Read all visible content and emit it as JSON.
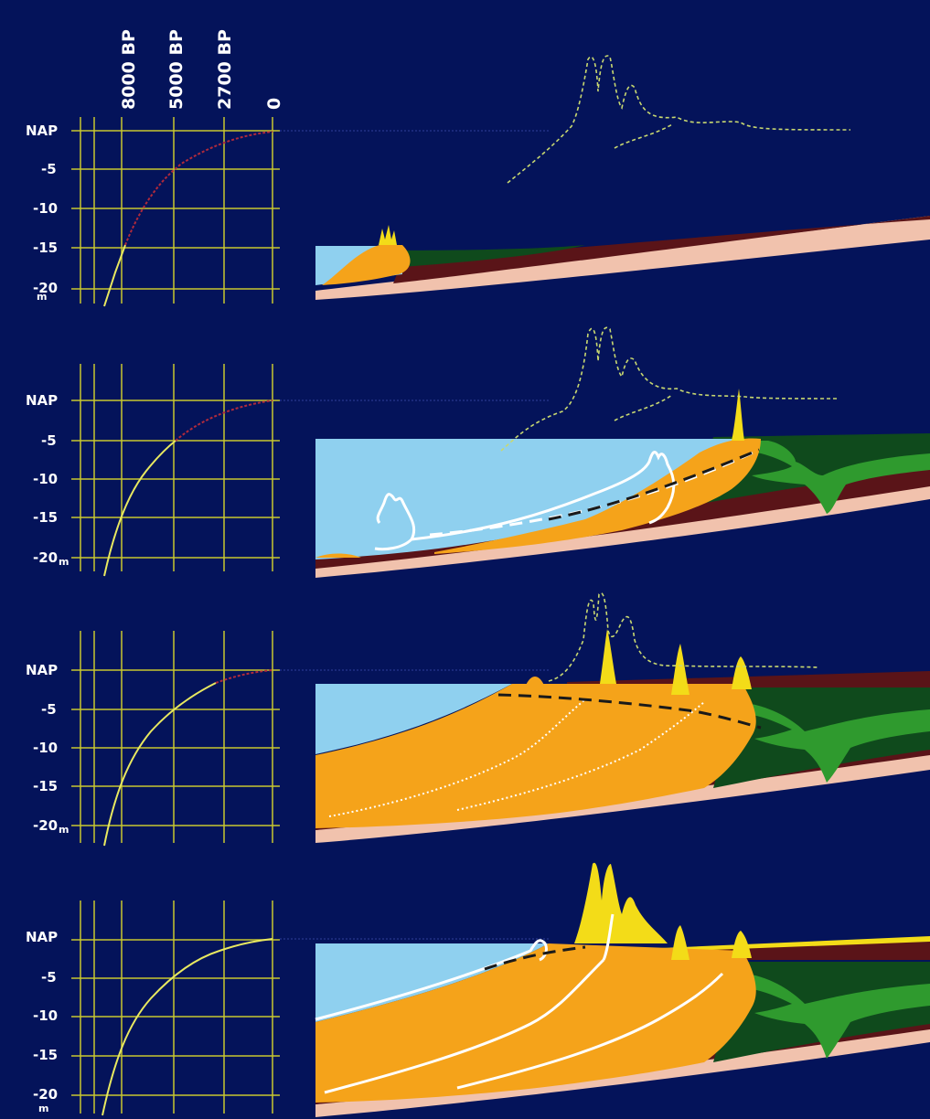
{
  "time_axis": [
    "8000 BP",
    "5000 BP",
    "2700 BP",
    "0"
  ],
  "depth_axis": {
    "labels": [
      "NAP",
      "-5",
      "-10",
      "-15",
      "-20"
    ],
    "unit": "m"
  },
  "colors": {
    "background": "#04135a",
    "sea": "#8fd0ef",
    "sand": "#f5a31a",
    "dune": "#f3dc18",
    "peat": "#5a1418",
    "clay_dark_green": "#0f4a1c",
    "clay_light_green": "#2f9a2e",
    "pleistocene_base": "#f1c2ad",
    "grid": "#c8c830",
    "curve_future": "#b02a3c",
    "curve_past": "#e8e860"
  },
  "panels": [
    {
      "stage": 1,
      "curve_to": "8000 BP"
    },
    {
      "stage": 2,
      "curve_to": "5000 BP"
    },
    {
      "stage": 3,
      "curve_to": "2700 BP"
    },
    {
      "stage": 4,
      "curve_to": "0"
    }
  ]
}
